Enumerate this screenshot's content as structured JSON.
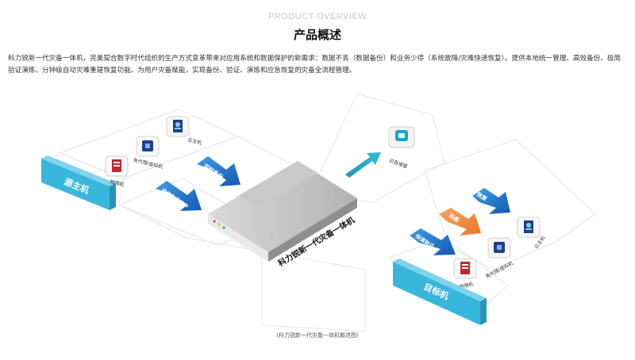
{
  "header": {
    "kicker": "PRODUCT OVERVIEW",
    "title": "产品概述",
    "description": "科力锐新一代灾备一体机，完美契合数字时代组织的生产方式变革带来对应用系统和数据保护的新需求：数据不丢（数据备份）和业务少停（系统故障/灾难快速恢复）。提供本地统一管理、高效备份、极简验证演练、分钟级自动灾难重建恢复功能。为用户灾备赋能，实现备份、验证、演练和应急恢复的灾备全流程管理。"
  },
  "diagram": {
    "source_label": "源主机",
    "target_label": "目标机",
    "appliance_label": "科力锐新一代灾备一体机",
    "source_hosts": [
      "物理机",
      "免代理/虚拟机",
      "云主机"
    ],
    "target_hosts": [
      "物理机",
      "免代理/虚拟机",
      "云主机"
    ],
    "arrows": {
      "scheduled_backup": "定时备份",
      "cdp": "持续数据保护",
      "emergency": "应急接管",
      "recover": "恢复",
      "hot_backup": "热备",
      "quick_verify": "快速验证"
    }
  },
  "caption": "(科力锐新一代灾备一体机概述图)",
  "colors": {
    "cyan": "#39b6dc",
    "blue_arrow": "#1a6fc4",
    "teal_arrow": "#1da3c2",
    "orange_arrow": "#f08a3c",
    "red_icon": "#c0282d",
    "navy_icon": "#1f3f8a"
  }
}
